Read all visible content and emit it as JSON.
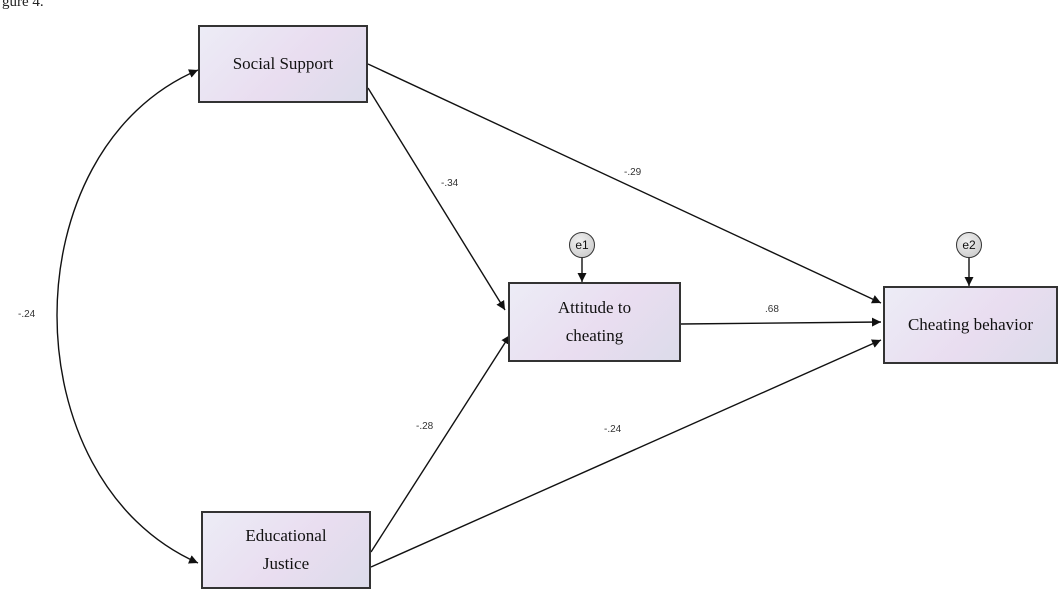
{
  "caption": "gure 4.",
  "nodes": {
    "social_support": "Social Support",
    "educational_justice": "Educational\nJustice",
    "attitude": "Attitude to\ncheating",
    "cheating_behavior": "Cheating behavior"
  },
  "errors": {
    "e1": "e1",
    "e2": "e2"
  },
  "coefficients": {
    "ss_to_attitude": "-.34",
    "ss_to_behavior": "-.29",
    "attitude_to_behavior": ".68",
    "ej_to_attitude": "-.28",
    "ej_to_behavior": "-.24",
    "ss_ej_covariance": "-.24"
  }
}
